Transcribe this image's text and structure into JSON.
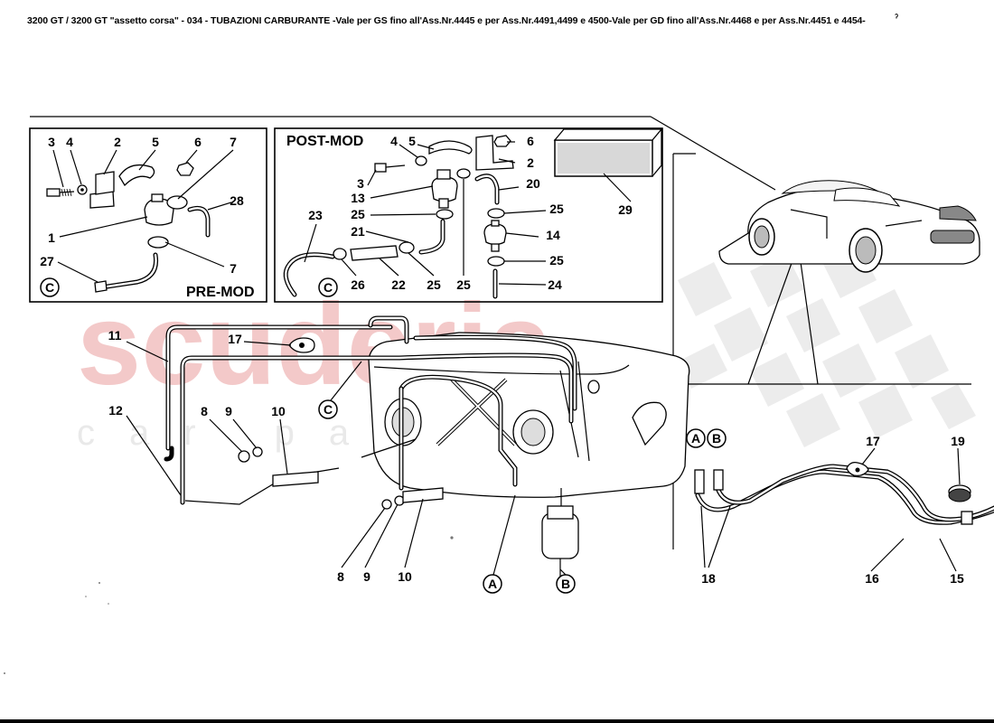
{
  "header": {
    "title": "3200 GT / 3200 GT \"assetto corsa\" - 034 - TUBAZIONI CARBURANTE -Vale per GS fino all'Ass.Nr.4445 e per Ass.Nr.4491,4499 e 4500-Vale per GD fino all'Ass.Nr.4468 e per Ass.Nr.4451 e 4454-",
    "mark": "ˀ"
  },
  "watermark": {
    "main": "scuderia",
    "sub": "car parts",
    "color": "#f3c9c9"
  },
  "boxes": {
    "pre_mod": "PRE-MOD",
    "post_mod": "POST-MOD"
  },
  "callouts": {
    "pre_3": "3",
    "pre_4": "4",
    "pre_2": "2",
    "pre_5": "5",
    "pre_6": "6",
    "pre_7a": "7",
    "pre_28": "28",
    "pre_1": "1",
    "pre_7b": "7",
    "pre_27": "27",
    "pre_c": "C",
    "post_4": "4",
    "post_5": "5",
    "post_6": "6",
    "post_3": "3",
    "post_2": "2",
    "post_13": "13",
    "post_20": "20",
    "post_29": "29",
    "post_23": "23",
    "post_25a": "25",
    "post_25b": "25",
    "post_21": "21",
    "post_14": "14",
    "post_25c": "25",
    "post_c": "C",
    "post_26": "26",
    "post_22": "22",
    "post_25d": "25",
    "post_25e": "25",
    "post_24": "24",
    "main_11": "11",
    "main_17": "17",
    "main_12": "12",
    "main_8": "8",
    "main_9": "9",
    "main_10": "10",
    "main_c": "C",
    "main_8b": "8",
    "main_9b": "9",
    "main_10b": "10",
    "main_a": "A",
    "main_b": "B",
    "right_a": "A",
    "right_b": "B",
    "right_17": "17",
    "right_19": "19",
    "right_18": "18",
    "right_16": "16",
    "right_15": "15"
  }
}
